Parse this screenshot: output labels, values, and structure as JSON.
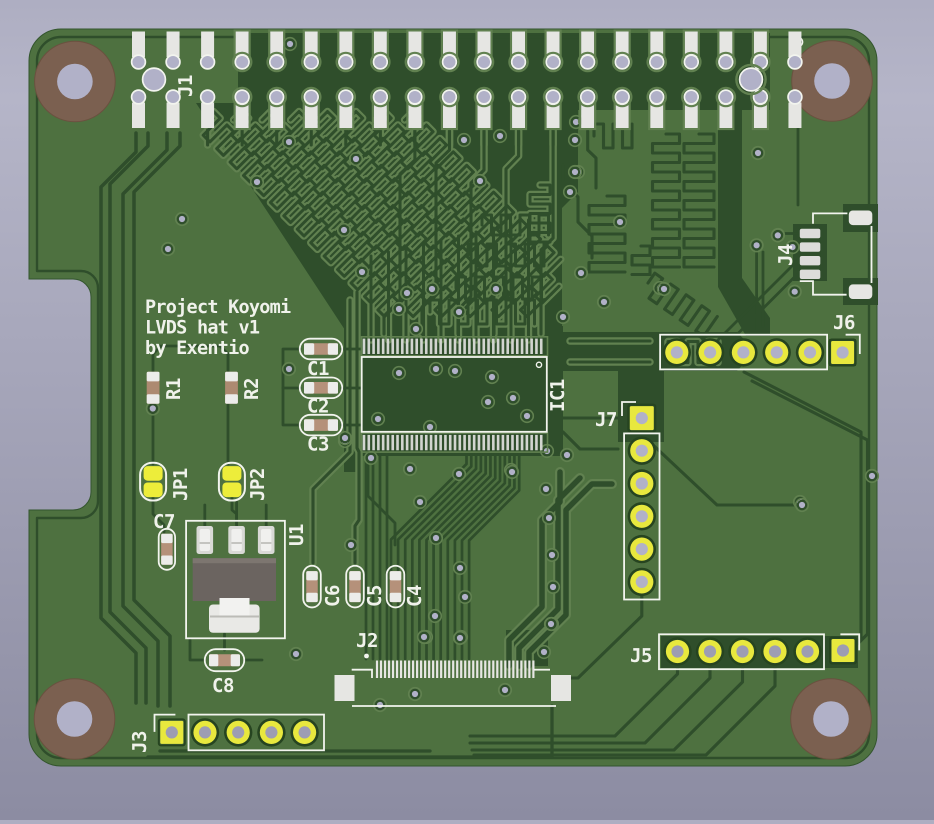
{
  "scene": {
    "description": "3D rendered view of a green printed circuit board (Raspberry Pi HAT form factor)"
  },
  "silkscreen": {
    "title_line1": "Project Koyomi",
    "title_line2": "LVDS hat v1",
    "title_line3": "by Exentio"
  },
  "refs": {
    "j1": "J1",
    "j2": "J2",
    "j3": "J3",
    "j4": "J4",
    "j5": "J5",
    "j6": "J6",
    "j7": "J7",
    "ic1": "IC1",
    "u1": "U1",
    "r1": "R1",
    "r2": "R2",
    "c1": "C1",
    "c2": "C2",
    "c3": "C3",
    "c4": "C4",
    "c5": "C5",
    "c6": "C6",
    "c7": "C7",
    "c8": "C8",
    "jp1": "JP1",
    "jp2": "JP2"
  },
  "connectors": {
    "j1": {
      "type": "gpio-header-footprint",
      "columns": 20,
      "rows": 2,
      "extra_holes": 2
    },
    "j2": {
      "type": "ffc-footprint",
      "pads": 40,
      "mech_pads": 2
    },
    "j3": {
      "type": "through-hole-row",
      "round_pads": 4,
      "square_pads": 1
    },
    "j4": {
      "type": "smd-connector-footprint",
      "pads": 4,
      "mech_pads": 2
    },
    "j5": {
      "type": "through-hole-row",
      "round_pads": 5,
      "square_pads": 1
    },
    "j6": {
      "type": "through-hole-row",
      "round_pads": 5,
      "square_pads": 1
    },
    "j7": {
      "type": "through-hole-row",
      "round_pads": 5,
      "square_pads": 1
    },
    "ic1": {
      "type": "ssop-footprint",
      "pads_per_row": 38,
      "rows": 2
    }
  },
  "mounting_holes": 4,
  "colors": {
    "bg_top": "#aeaec2",
    "bg_mid": "#b5b5c8",
    "bg_bot": "#8c8ca2",
    "board": "#4e7140",
    "copper": "#2f4e2b",
    "clearance": "#618150",
    "silk": "#f2f4ee",
    "pad_silver": "#e6e6e3",
    "pad_ic": "#d2d5d0",
    "pad_yellow": "#e8e83e",
    "jumper_yellow": "#eded3a",
    "hole": "#b1b1c8",
    "hole_dark": "#9d9db3",
    "drill_ring": "#264420",
    "mount_brown": "#7b6050",
    "body_gray": "#6b6460",
    "cap_tan": "#b5917a",
    "res_tan": "#ad8a71",
    "cap_white": "#ececea"
  }
}
